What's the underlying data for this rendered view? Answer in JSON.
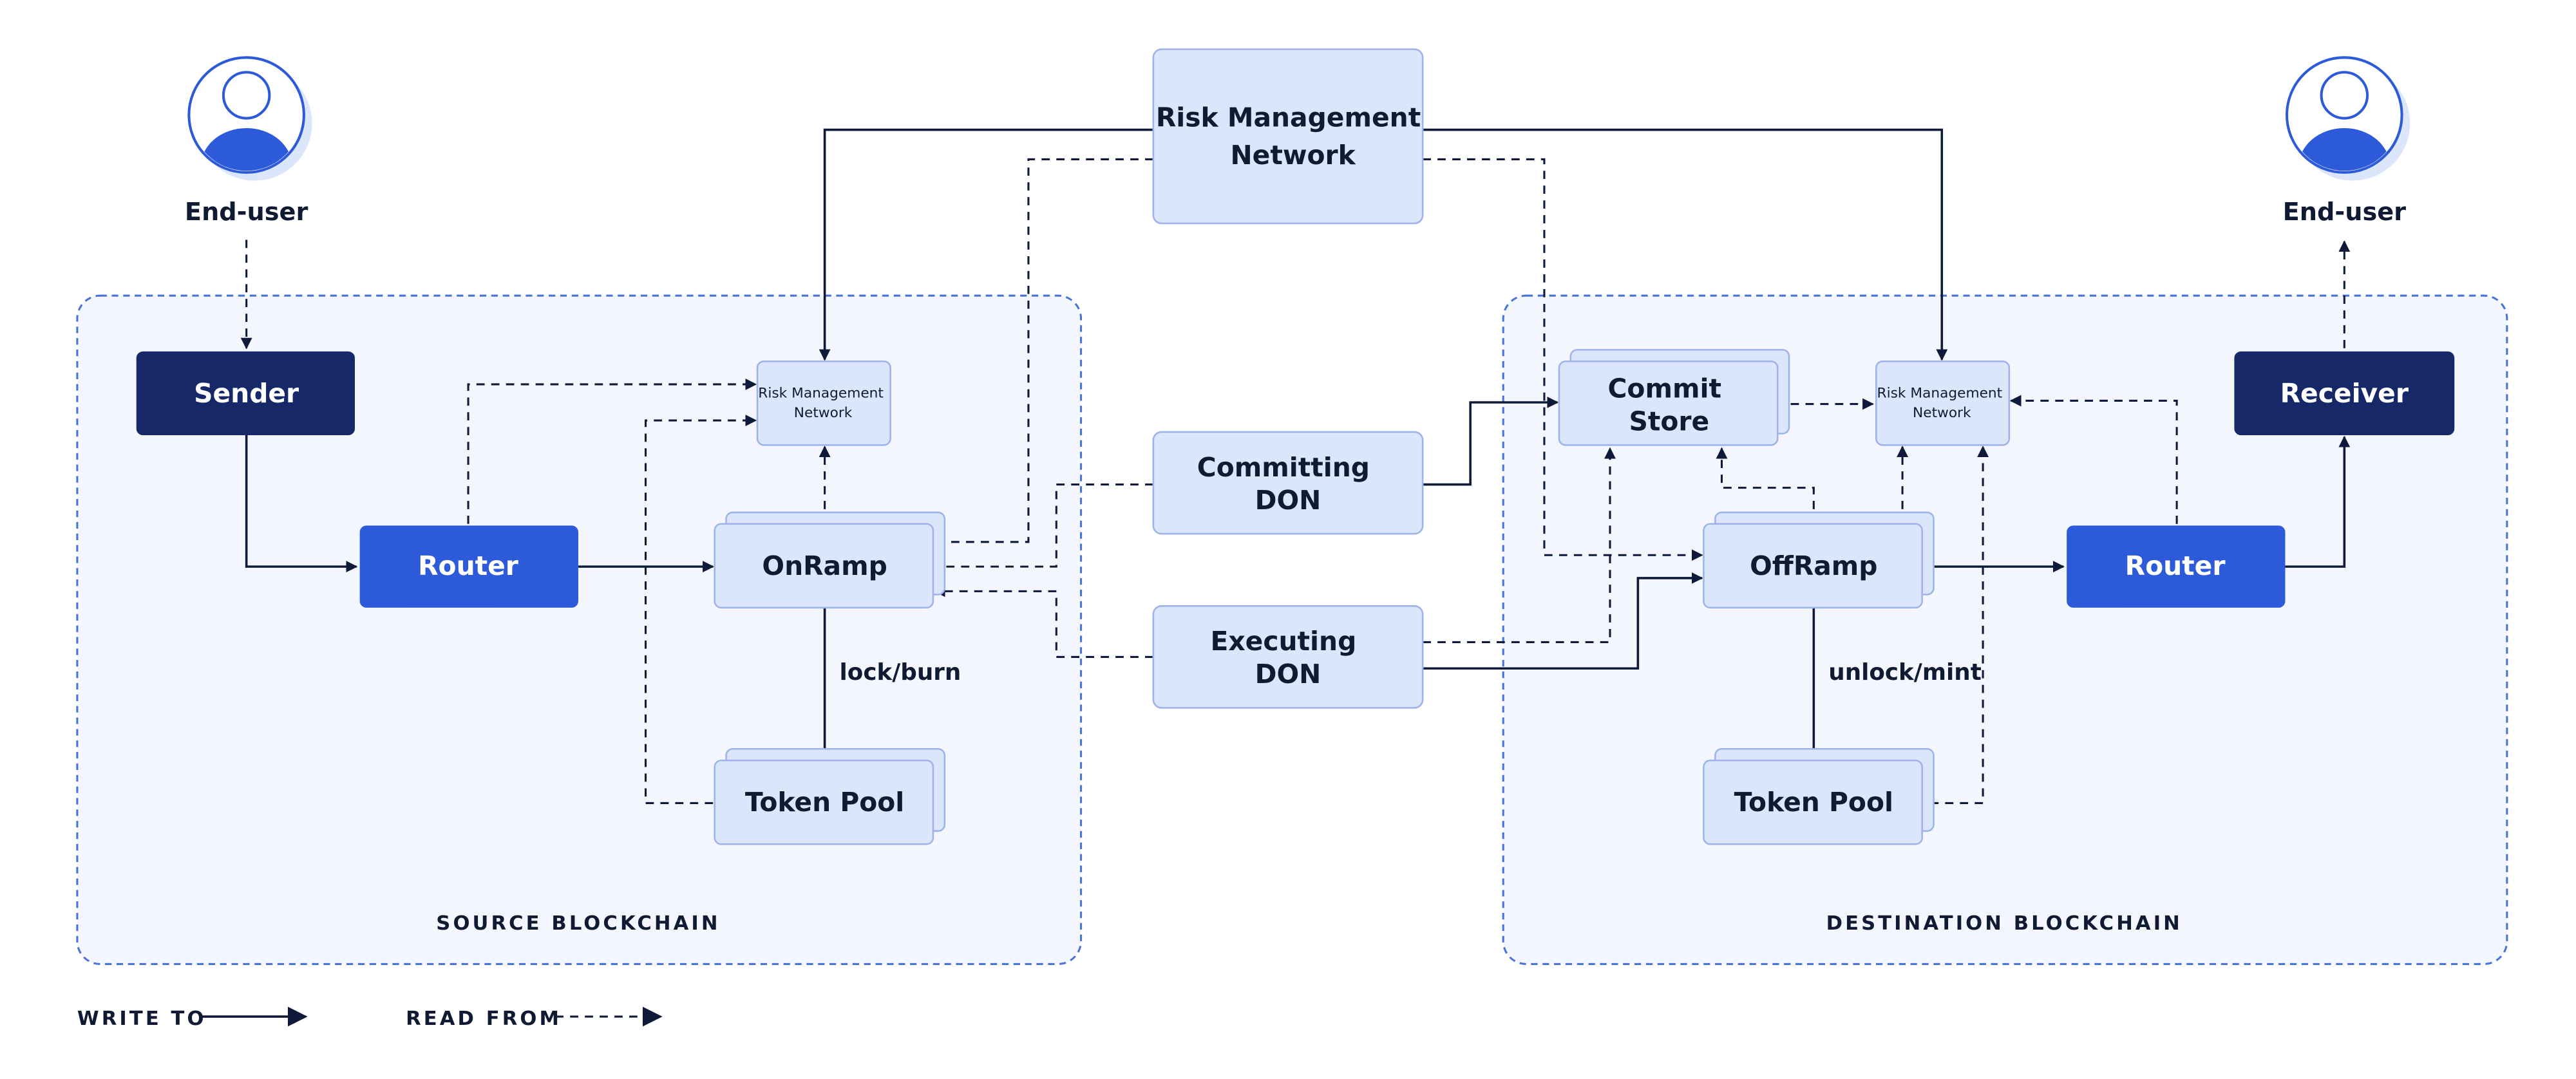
{
  "nodes": {
    "end_user_left": "End-user",
    "end_user_right": "End-user",
    "sender": "Sender",
    "receiver": "Receiver",
    "router_src": "Router",
    "router_dst": "Router",
    "onramp": "OnRamp",
    "offramp": "OffRamp",
    "rmn_src": [
      "Risk Management",
      "Network"
    ],
    "rmn_dst": [
      "Risk Management",
      "Network"
    ],
    "rmn_main": [
      "Risk Management",
      "Network"
    ],
    "token_pool_src": "Token Pool",
    "token_pool_dst": "Token Pool",
    "committing_don": [
      "Committing",
      "DON"
    ],
    "executing_don": [
      "Executing",
      "DON"
    ],
    "commit_store": [
      "Commit",
      "Store"
    ]
  },
  "edge_labels": {
    "lock_burn": "lock/burn",
    "unlock_mint": "unlock/mint"
  },
  "regions": {
    "source": "SOURCE BLOCKCHAIN",
    "destination": "DESTINATION BLOCKCHAIN"
  },
  "legend": {
    "write_to": "WRITE TO",
    "read_from": "READ FROM"
  },
  "colors": {
    "dark_navy": "#172869",
    "primary_blue": "#2d5ad8",
    "light_box": "#dce6fb",
    "light_box_stroke": "#9fb3e8",
    "region_fill": "#f3f6fd",
    "region_stroke": "#4a73d6",
    "line": "#0f1a3a"
  }
}
